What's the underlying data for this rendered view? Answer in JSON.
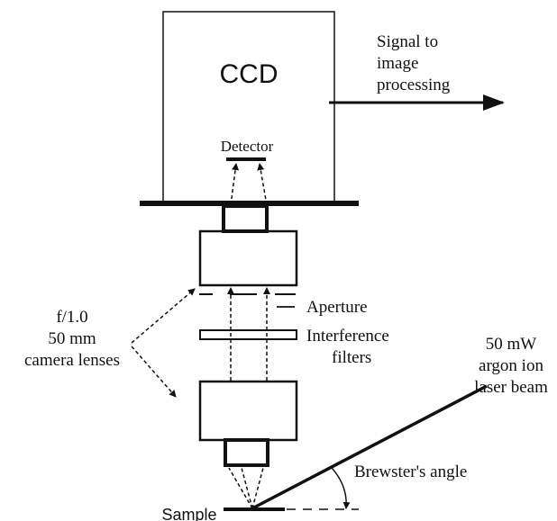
{
  "labels": {
    "ccd": "CCD",
    "signal_line1": "Signal to",
    "signal_line2": "image",
    "signal_line3": "processing",
    "detector": "Detector",
    "aperture": "Aperture",
    "filters_line1": "Interference",
    "filters_line2": "filters",
    "lenses_line1": "f/1.0",
    "lenses_line2": "50 mm",
    "lenses_line3": "camera lenses",
    "laser_line1": "50 mW",
    "laser_line2": "argon ion",
    "laser_line3": "laser beam",
    "brewster": "Brewster's angle",
    "sample": "Sample"
  }
}
